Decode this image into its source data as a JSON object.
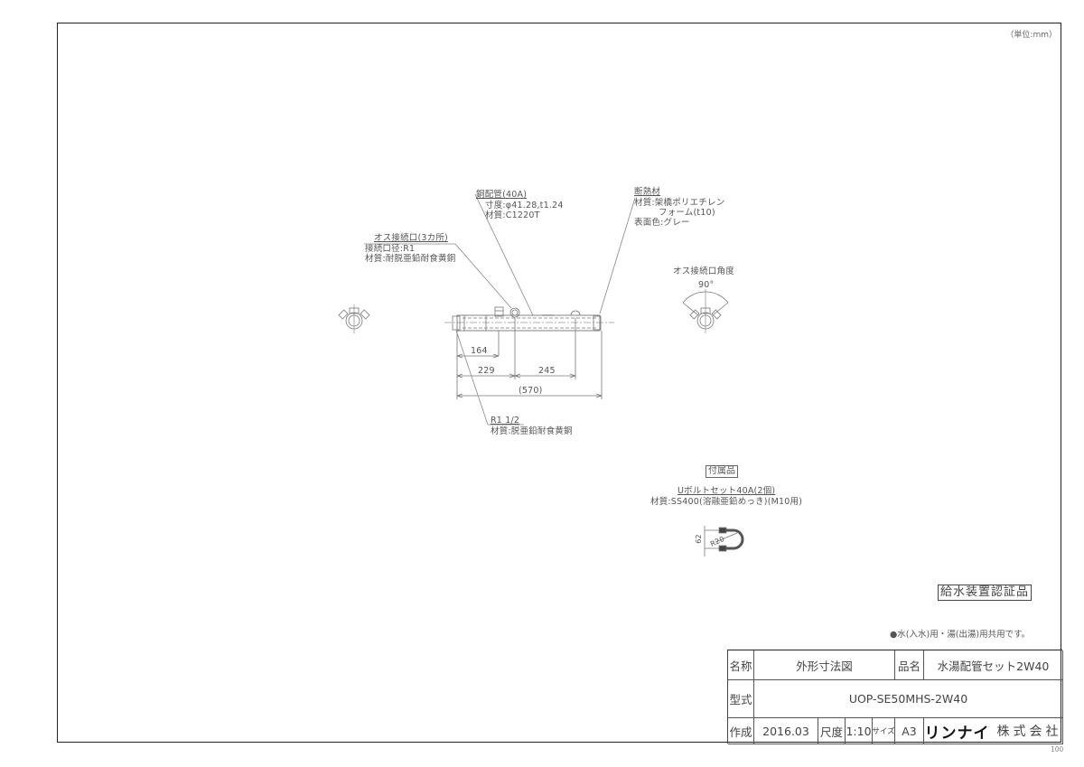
{
  "drawing": {
    "unit_label": "（単位:mm）",
    "copper_pipe": {
      "title": "銅配管(40A)",
      "dimension": "寸度:φ41.28,t1.24",
      "material": "材質:C1220T"
    },
    "insulation": {
      "title": "断熱材",
      "material": "材質:架橋ポリエチレン",
      "material_cont": "フォーム(t10)",
      "surface_color": "表面色:グレー"
    },
    "male_connection": {
      "title": "オス接続口(3カ所)",
      "diameter": "接続口径:R1",
      "material": "材質:耐脱亜鉛耐食黄銅"
    },
    "connection_angle": {
      "title": "オス接続口角度",
      "angle": "90°"
    },
    "end_fitting": {
      "title": "R1 1/2",
      "material": "材質:脱亜鉛耐食黄銅"
    },
    "dimensions": {
      "d1": "164",
      "d2": "229",
      "d3": "245",
      "overall": "(570)"
    },
    "accessory": {
      "title": "付属品",
      "name": "Uボルトセット40A(2個)",
      "material": "材質:SS400(溶融亜鉛めっき)(M10用)",
      "dim_height": "62",
      "dim_radius": "R20"
    },
    "certification": "給水装置認証品",
    "note": "●水(入水)用・湯(出湯)用共用です。"
  },
  "title_block": {
    "name_label": "名称",
    "name_value": "外形寸法図",
    "product_label": "品名",
    "product_value": "水湯配管セット2W40",
    "model_label": "型式",
    "model_value": "UOP-SE50MHS-2W40",
    "created_label": "作成",
    "created_value": "2016.03",
    "scale_label": "尺度",
    "scale_value": "1:10",
    "size_label": "サイズ",
    "size_value": "A3",
    "brand": "リンナイ",
    "company_suffix": "株式会社"
  },
  "page_number": "100"
}
